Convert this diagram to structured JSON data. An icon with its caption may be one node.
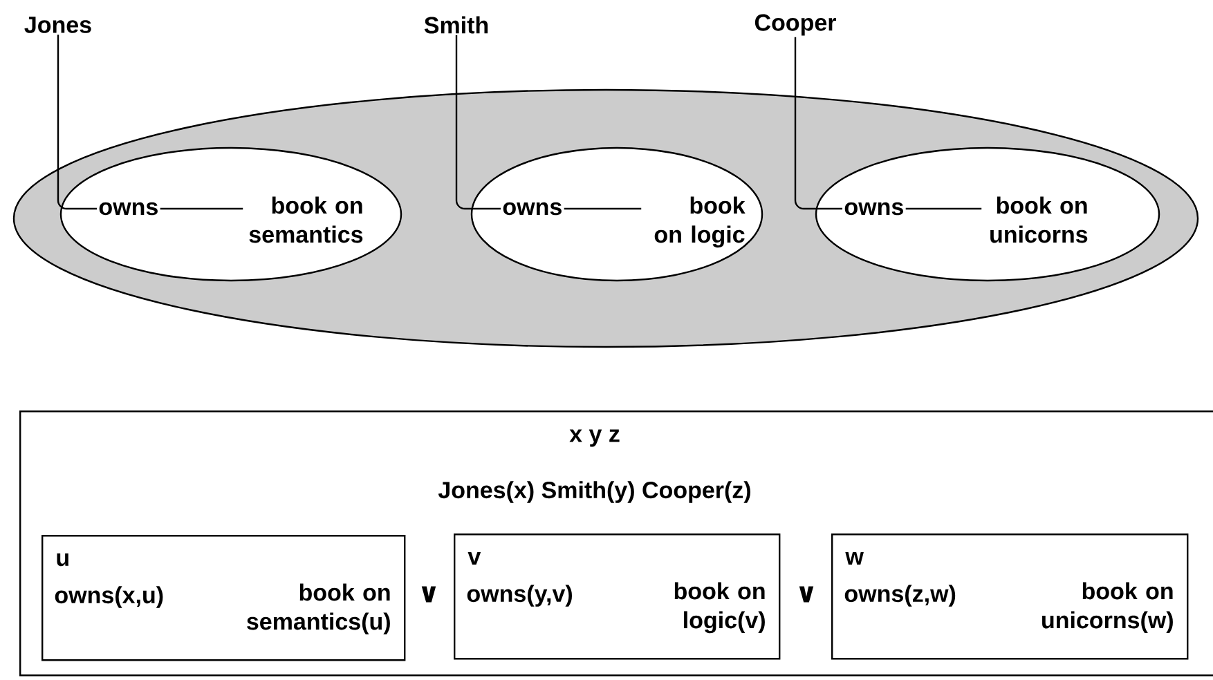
{
  "diagram": {
    "nodes": [
      {
        "text": [],
        "shape": "ellipse"
      },
      {
        "text": [],
        "shape": "ellipse",
        "in": 0
      },
      {
        "text": [],
        "shape": "ellipse",
        "in": 0
      },
      {
        "text": [],
        "shape": "ellipse",
        "in": 0
      },
      {
        "text": [
          "owns"
        ],
        "in": 1
      },
      {
        "text": [
          "book on semantics"
        ],
        "in": 1
      },
      {
        "text": [
          "owns"
        ],
        "in": 2
      },
      {
        "text": [
          "book on logic"
        ],
        "in": 2
      },
      {
        "text": [
          "owns"
        ],
        "in": 3
      },
      {
        "text": [
          "book on unicorns"
        ],
        "in": 3
      },
      {
        "text": [
          "Jones"
        ]
      },
      {
        "text": [
          "Smith"
        ]
      },
      {
        "text": [
          "Cooper"
        ]
      },
      {
        "text": [
          "x y z",
          "Jones(x) Smith(y) Cooper(z)"
        ]
      },
      {
        "text": [
          "u",
          "owns(x,u)",
          "book on semantics(u)"
        ],
        "in": 13
      },
      {
        "text": [
          "v",
          "owns(y,v)",
          "book on logic(v)"
        ],
        "in": 13
      },
      {
        "text": [
          "w",
          "owns(z,w)",
          "book on unicorns(w)"
        ],
        "in": 13
      }
    ],
    "edges": [
      {
        "from": 10,
        "to": 4,
        "arrow": "none"
      },
      {
        "from": 4,
        "to": 5,
        "arrow": "none"
      },
      {
        "from": 11,
        "to": 6,
        "arrow": "none"
      },
      {
        "from": 6,
        "to": 7,
        "arrow": "none"
      },
      {
        "from": 12,
        "to": 8,
        "arrow": "none"
      },
      {
        "from": 8,
        "to": 9,
        "arrow": "none"
      }
    ],
    "labels": [
      "∨",
      "∨"
    ]
  }
}
